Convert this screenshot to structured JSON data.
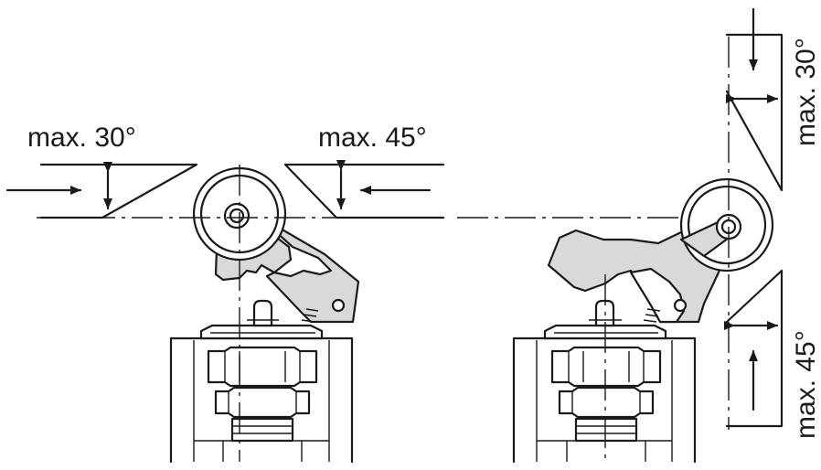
{
  "labels": {
    "left_max_label": "max. 30°",
    "mid_max_label": "max. 45°",
    "right_top_label": "max. 30°",
    "right_bottom_label": "max. 45°"
  },
  "colors": {
    "line": "#1a1a1a",
    "lever_fill": "#d9d9d9",
    "background": "#ffffff"
  }
}
